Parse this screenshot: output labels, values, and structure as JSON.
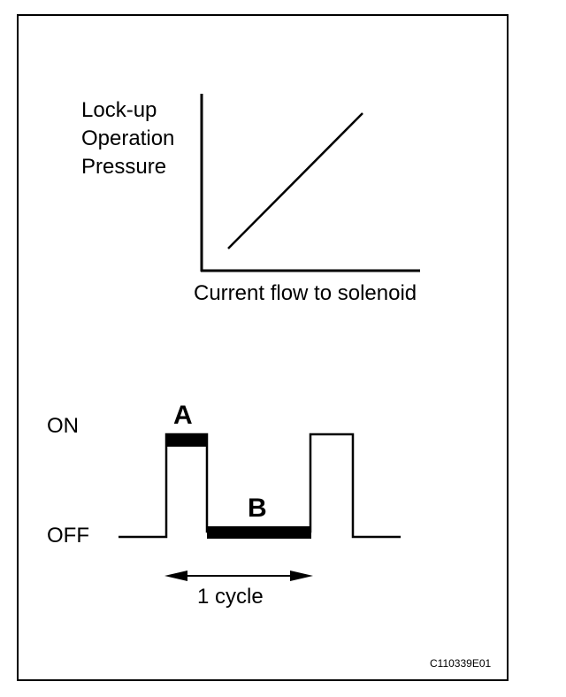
{
  "graph": {
    "y_axis_label_lines": [
      "Lock-up",
      "Operation",
      "Pressure"
    ],
    "x_axis_label": "Current flow to solenoid"
  },
  "waveform": {
    "on_label": "ON",
    "off_label": "OFF",
    "segment_a_label": "A",
    "segment_b_label": "B",
    "cycle_label": "1 cycle"
  },
  "figure_code": "C110339E01"
}
